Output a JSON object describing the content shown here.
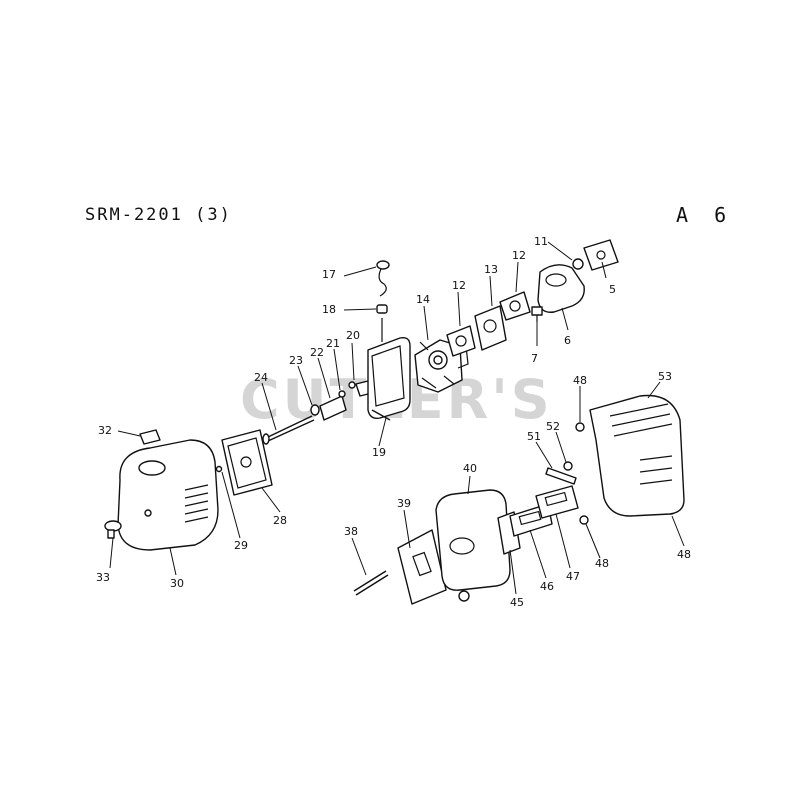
{
  "header": {
    "title": "SRM-2201 (3)",
    "page_code": "A 6"
  },
  "watermark": "CUTLER'S",
  "callouts": [
    "5",
    "6",
    "7",
    "11",
    "12",
    "12",
    "13",
    "14",
    "17",
    "18",
    "19",
    "20",
    "21",
    "22",
    "23",
    "24",
    "28",
    "29",
    "30",
    "32",
    "33",
    "38",
    "39",
    "40",
    "45",
    "46",
    "47",
    "48",
    "48",
    "48",
    "51",
    "52",
    "53"
  ]
}
